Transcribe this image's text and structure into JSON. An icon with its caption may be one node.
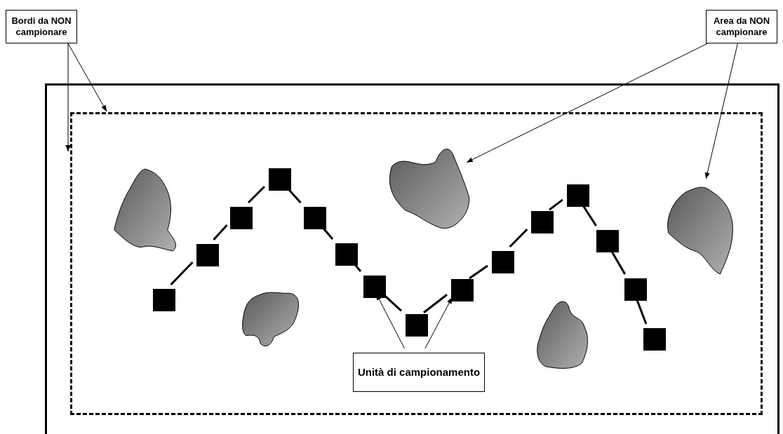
{
  "diagram": {
    "nodes": [
      {
        "text": [
          "Bordi da NON campionare"
        ]
      },
      {
        "text": [
          "Area da NON campionare"
        ]
      },
      {
        "text": [],
        "shape": "box"
      },
      {
        "text": [],
        "shape": "box",
        "in": 2
      },
      {
        "text": [],
        "shape": "blob",
        "in": 3
      },
      {
        "text": [],
        "shape": "blob",
        "in": 3
      },
      {
        "text": [],
        "shape": "blob",
        "in": 3
      },
      {
        "text": [],
        "shape": "blob",
        "in": 3
      },
      {
        "text": [],
        "shape": "blob",
        "in": 3
      },
      {
        "text": [],
        "shape": "box",
        "in": 3
      },
      {
        "text": [],
        "shape": "box",
        "in": 3
      },
      {
        "text": [],
        "shape": "box",
        "in": 3
      },
      {
        "text": [],
        "shape": "box",
        "in": 3
      },
      {
        "text": [],
        "shape": "box",
        "in": 3
      },
      {
        "text": [],
        "shape": "box",
        "in": 3
      },
      {
        "text": [],
        "shape": "box",
        "in": 3
      },
      {
        "text": [],
        "shape": "box",
        "in": 3
      },
      {
        "text": [],
        "shape": "box",
        "in": 3
      },
      {
        "text": [],
        "shape": "box",
        "in": 3
      },
      {
        "text": [],
        "shape": "box",
        "in": 3
      },
      {
        "text": [],
        "shape": "box",
        "in": 3
      },
      {
        "text": [],
        "shape": "box",
        "in": 3
      },
      {
        "text": [],
        "shape": "box",
        "in": 3
      },
      {
        "text": [],
        "shape": "box",
        "in": 3
      },
      {
        "text": [
          "Unità di campionamento"
        ],
        "in": 3
      }
    ],
    "edges": [
      {
        "from": 0,
        "to": 3,
        "arrow": "to"
      },
      {
        "from": 0,
        "to": 3,
        "arrow": "to"
      },
      {
        "from": 1,
        "to": 6,
        "arrow": "to"
      },
      {
        "from": 1,
        "to": 8,
        "arrow": "to"
      },
      {
        "from": 9,
        "to": 10,
        "arrow": "none"
      },
      {
        "from": 10,
        "to": 11,
        "arrow": "none"
      },
      {
        "from": 11,
        "to": 12,
        "arrow": "none"
      },
      {
        "from": 12,
        "to": 13,
        "arrow": "none"
      },
      {
        "from": 13,
        "to": 14,
        "arrow": "none"
      },
      {
        "from": 14,
        "to": 15,
        "arrow": "none"
      },
      {
        "from": 15,
        "to": 16,
        "arrow": "none"
      },
      {
        "from": 16,
        "to": 17,
        "arrow": "none"
      },
      {
        "from": 17,
        "to": 18,
        "arrow": "none"
      },
      {
        "from": 18,
        "to": 19,
        "arrow": "none"
      },
      {
        "from": 19,
        "to": 20,
        "arrow": "none"
      },
      {
        "from": 20,
        "to": 21,
        "arrow": "none"
      },
      {
        "from": 21,
        "to": 22,
        "arrow": "none"
      },
      {
        "from": 22,
        "to": 23,
        "arrow": "none"
      },
      {
        "from": 24,
        "to": 15,
        "arrow": "to"
      },
      {
        "from": 24,
        "to": 17,
        "arrow": "to"
      }
    ]
  }
}
